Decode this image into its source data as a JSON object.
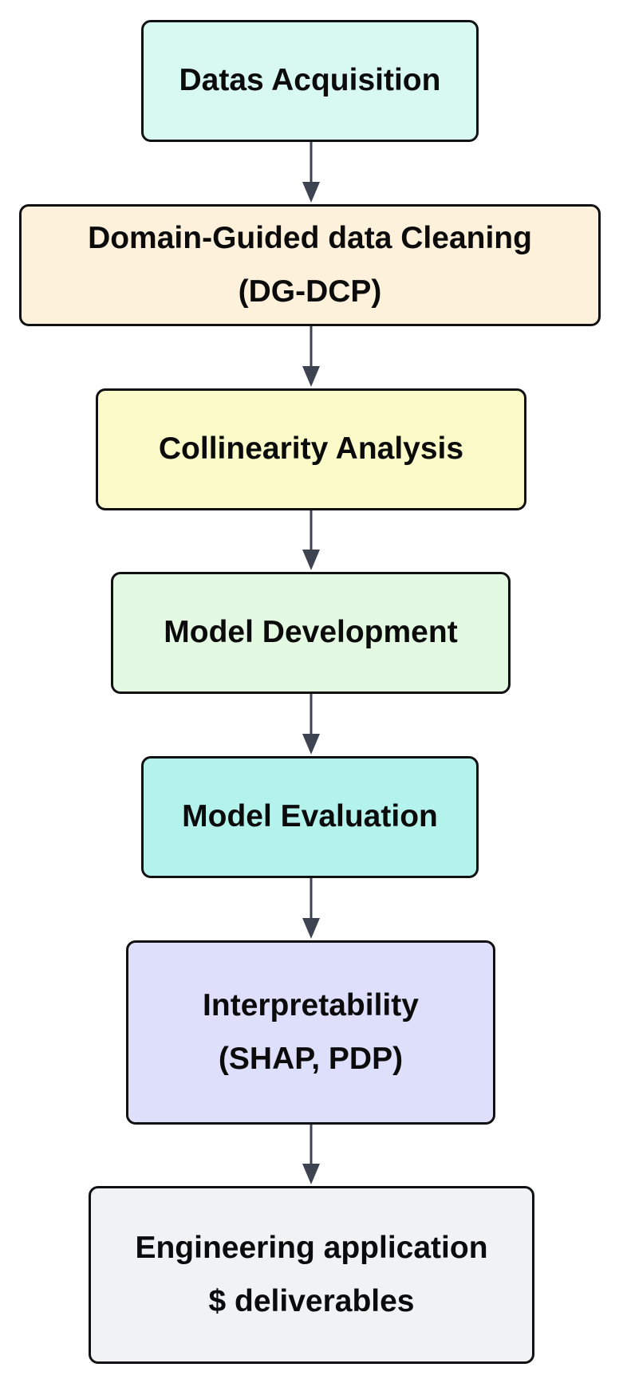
{
  "diagram": {
    "nodes": [
      {
        "id": "data-acquisition",
        "lines": [
          "Datas Acquisition"
        ],
        "fill": "#d8f8f2"
      },
      {
        "id": "data-cleaning",
        "lines": [
          "Domain-Guided data Cleaning",
          "(DG-DCP)"
        ],
        "fill": "#fdf1db"
      },
      {
        "id": "collinearity-analysis",
        "lines": [
          "Collinearity Analysis"
        ],
        "fill": "#fafbc8"
      },
      {
        "id": "model-development",
        "lines": [
          "Model Development"
        ],
        "fill": "#e3f9e2"
      },
      {
        "id": "model-evaluation",
        "lines": [
          "Model Evaluation"
        ],
        "fill": "#b4f3ec"
      },
      {
        "id": "interpretability",
        "lines": [
          "Interpretability",
          "(SHAP, PDP)"
        ],
        "fill": "#dedffb"
      },
      {
        "id": "engineering-application",
        "lines": [
          "Engineering application",
          "$ deliverables"
        ],
        "fill": "#f1f2f4"
      }
    ],
    "edges": [
      {
        "from": "data-acquisition",
        "to": "data-cleaning"
      },
      {
        "from": "data-cleaning",
        "to": "collinearity-analysis"
      },
      {
        "from": "collinearity-analysis",
        "to": "model-development"
      },
      {
        "from": "model-development",
        "to": "model-evaluation"
      },
      {
        "from": "model-evaluation",
        "to": "interpretability"
      },
      {
        "from": "interpretability",
        "to": "engineering-application"
      }
    ],
    "colors": {
      "border": "#111111",
      "arrow": "#3d4350"
    }
  }
}
